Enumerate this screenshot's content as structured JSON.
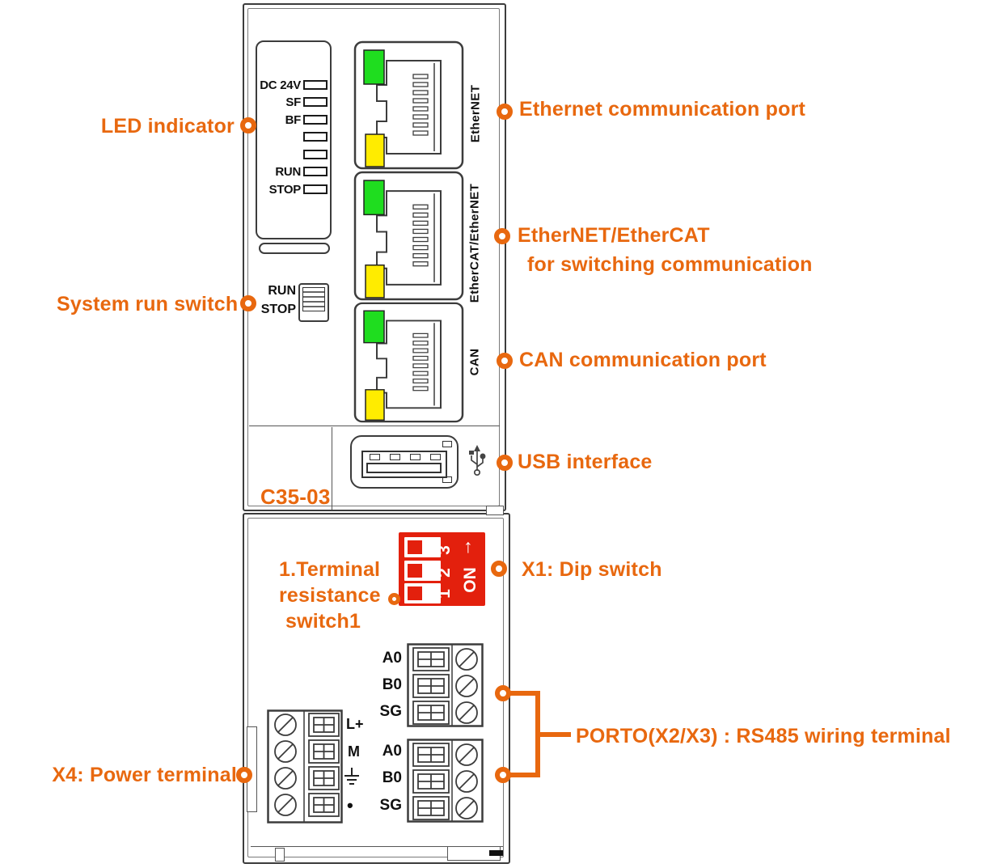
{
  "colors": {
    "accent": "#e8680f",
    "red": "#e3200d",
    "green": "#1fdd1f",
    "yellow": "#ffec00"
  },
  "device": {
    "model": "C35-03",
    "leds": [
      {
        "label": "DC 24V"
      },
      {
        "label": "SF"
      },
      {
        "label": "BF"
      },
      {
        "label": ""
      },
      {
        "label": ""
      },
      {
        "label": "RUN"
      },
      {
        "label": "STOP"
      }
    ],
    "run_switch": {
      "run": "RUN",
      "stop": "STOP"
    },
    "ports": [
      {
        "name": "EtherNET"
      },
      {
        "name": "EtherCAT/EtherNET"
      },
      {
        "name": "CAN"
      }
    ],
    "dip_switch": {
      "positions": [
        "1",
        "2",
        "3"
      ],
      "on_label": "ON",
      "arrow": "↑"
    },
    "rs485_terminals": {
      "x2": [
        "A0",
        "B0",
        "SG"
      ],
      "x3": [
        "A0",
        "B0",
        "SG"
      ]
    },
    "power_terminal": {
      "row1": "L+",
      "row2": "M",
      "row3_icon": "earth-ground",
      "row4": "•"
    }
  },
  "annotations": {
    "led_indicator": "LED indicator",
    "system_run_switch": "System run switch",
    "x4_power_terminal": "X4: Power terminal",
    "ethernet_port": "Ethernet communication port",
    "ethercat_line1": "EtherNET/EtherCAT",
    "ethercat_line2": "for switching communication",
    "can_port": "CAN communication port",
    "usb_interface": "USB interface",
    "x1_dip_switch": "X1: Dip switch",
    "terminal_resistance": [
      "1.Terminal",
      "resistance",
      "switch1"
    ],
    "rs485_label": "PORTO(X2/X3) : RS485 wiring terminal"
  }
}
